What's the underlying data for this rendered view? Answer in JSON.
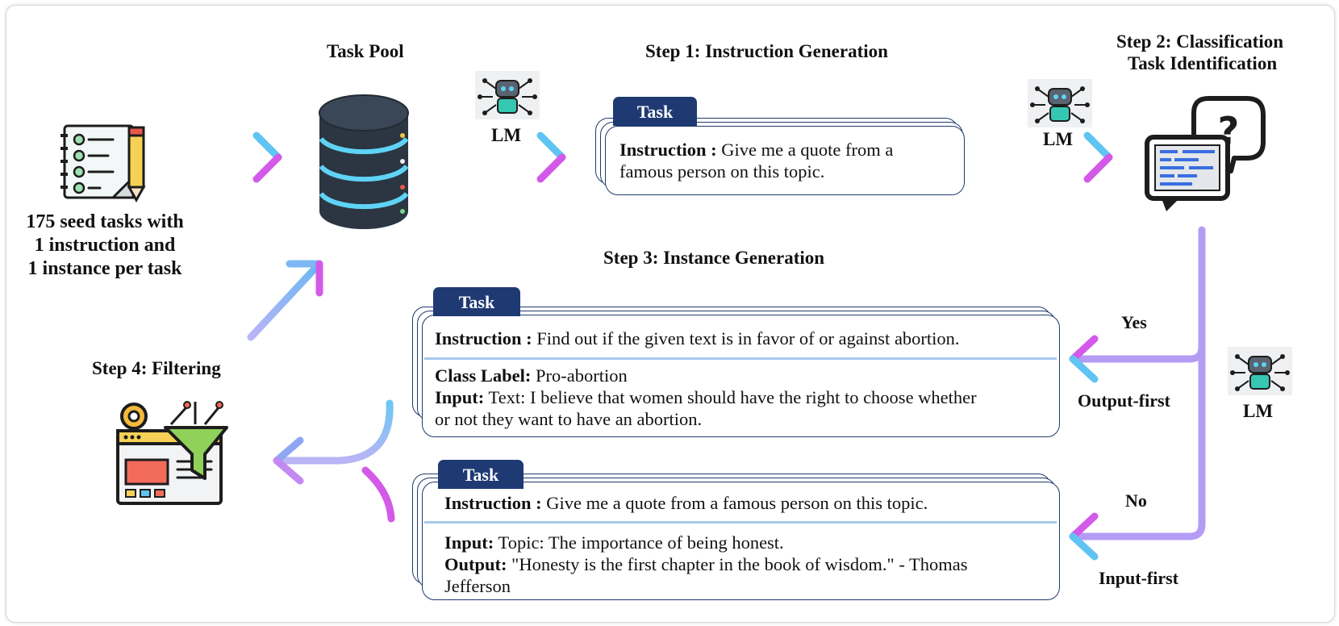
{
  "headings": {
    "task_pool": "Task Pool",
    "step1": "Step 1: Instruction Generation",
    "step2_line1": "Step 2: Classification",
    "step2_line2": "Task Identification",
    "step3": "Step 3: Instance Generation",
    "step4": "Step 4: Filtering"
  },
  "seed": {
    "line1": "175 seed tasks with",
    "line2": "1 instruction and",
    "line3": "1 instance per task"
  },
  "lm_label": "LM",
  "branches": {
    "yes": "Yes",
    "output_first": "Output-first",
    "no": "No",
    "input_first": "Input-first"
  },
  "cards": {
    "step1": {
      "tab": "Task",
      "instruction_label": "Instruction :",
      "instruction_line1": " Give me a quote from a",
      "instruction_line2": "famous person on this topic."
    },
    "classification": {
      "tab": "Task",
      "instruction_label": "Instruction :",
      "instruction_text": " Find out if the given text is in favor of or against abortion.",
      "class_label": "Class Label:",
      "class_value": " Pro-abortion",
      "input_label": "Input:",
      "input_line1": " Text: I believe that women should have the right to choose whether",
      "input_line2": "or not they want to have an abortion."
    },
    "generation": {
      "tab": "Task",
      "instruction_label": "Instruction :",
      "instruction_text": " Give me a quote from a famous person on this topic.",
      "input_label": "Input:",
      "input_value": " Topic: The importance of being honest.",
      "output_label": "Output:",
      "output_line1": " \"Honesty is the first chapter in the book of wisdom.\" - Thomas",
      "output_line2": "Jefferson"
    }
  },
  "colors": {
    "tab": "#1f3a73",
    "card_border": "#1f3a6e",
    "arrow_start": "#a9b2f5",
    "arrow_tip": "#5fc4f2",
    "arrow_accent": "#d35ae8",
    "branch_line": "#b49cf5",
    "divider": "#a9c9ec"
  },
  "icons": [
    "checklist-icon",
    "database-icon",
    "robot-icon",
    "chat-question-icon",
    "filter-dashboard-icon"
  ]
}
